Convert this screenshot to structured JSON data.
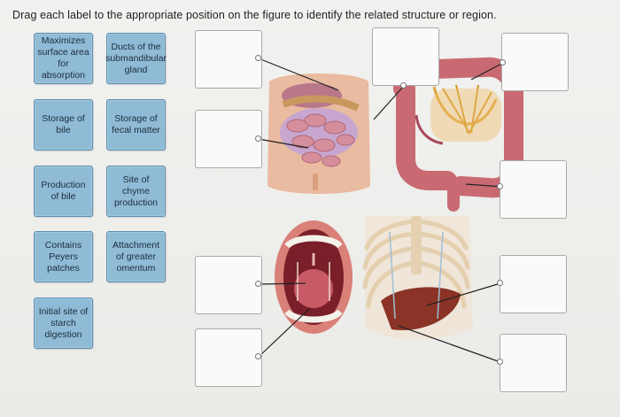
{
  "instructions": "Drag each label to the appropriate position on the figure to identify the related structure or region.",
  "labels": [
    {
      "id": "maximizes",
      "text": "Maximizes surface area for absorption"
    },
    {
      "id": "ducts",
      "text": "Ducts of the submandibular gland"
    },
    {
      "id": "bile-storage",
      "text": "Storage of bile"
    },
    {
      "id": "fecal",
      "text": "Storage of fecal matter"
    },
    {
      "id": "bile-production",
      "text": "Production of bile"
    },
    {
      "id": "chyme",
      "text": "Site of chyme production"
    },
    {
      "id": "peyers",
      "text": "Contains Peyers patches"
    },
    {
      "id": "omentum",
      "text": "Attachment of greater omentum"
    },
    {
      "id": "starch",
      "text": "Initial site of starch digestion"
    }
  ],
  "colors": {
    "label_fill": "#8fbbd6",
    "label_border": "#5f8fb0",
    "drop_fill": "#fafafa"
  }
}
